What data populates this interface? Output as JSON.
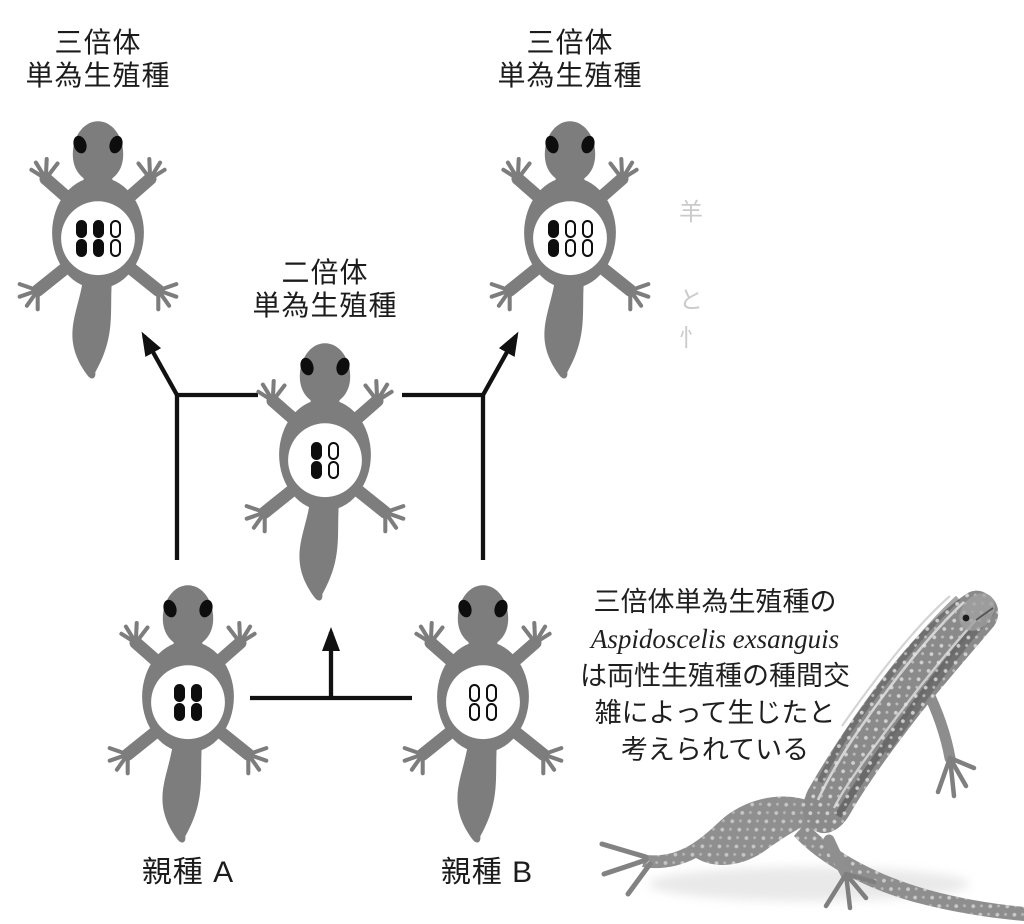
{
  "colors": {
    "background": "#ffffff",
    "ink": "#111111",
    "lizard_gray": "#7d7d7d"
  },
  "lizards": [
    {
      "name": "triploid-left",
      "label_lines": [
        "三倍体",
        "単為生殖種"
      ],
      "genome": [
        "A",
        "A",
        "B"
      ]
    },
    {
      "name": "triploid-right",
      "label_lines": [
        "三倍体",
        "単為生殖種"
      ],
      "genome": [
        "A",
        "B",
        "B"
      ]
    },
    {
      "name": "diploid-center",
      "label_lines": [
        "二倍体",
        "単為生殖種"
      ],
      "genome": [
        "A",
        "B"
      ]
    },
    {
      "name": "parent-a",
      "label_lines": [
        "親種 A"
      ],
      "genome": [
        "A",
        "A"
      ]
    },
    {
      "name": "parent-b",
      "label_lines": [
        "親種 B"
      ],
      "genome": [
        "B",
        "B"
      ]
    }
  ],
  "chromosome_style": {
    "A": "filled-black",
    "B": "white-outlined"
  },
  "caption": {
    "lines": [
      "三倍体単為生殖種の",
      "Aspidoscelis exsanguis",
      "は両性生殖種の種間交",
      "雑によって生じたと",
      "考えられている"
    ]
  },
  "ghost_marks": [
    "羊",
    "と",
    "忄"
  ]
}
